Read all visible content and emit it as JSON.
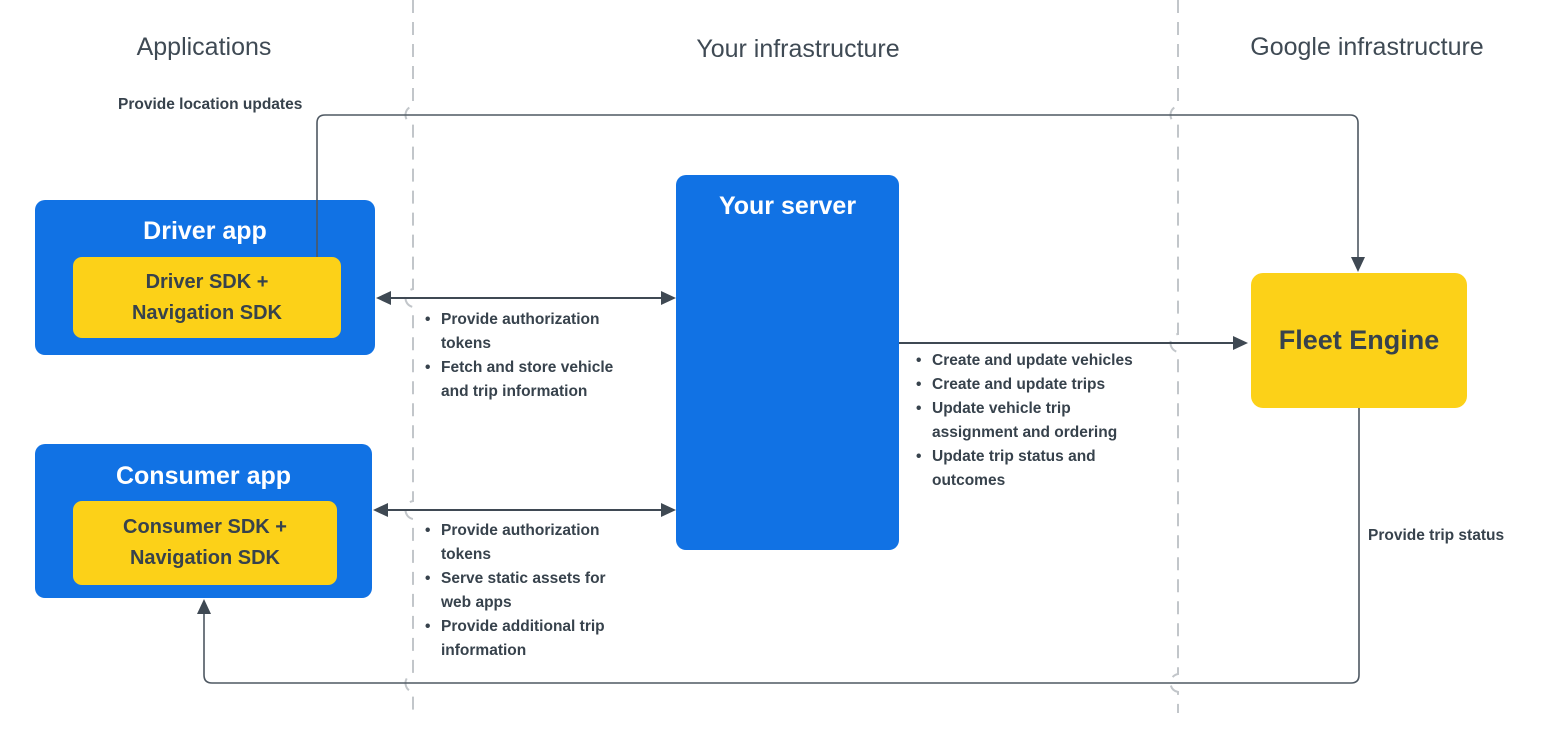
{
  "headers": {
    "applications": "Applications",
    "your_infrastructure": "Your infrastructure",
    "google_infrastructure": "Google infrastructure"
  },
  "boxes": {
    "driver_app": {
      "title": "Driver app",
      "sdk": "Driver SDK + Navigation SDK"
    },
    "consumer_app": {
      "title": "Consumer app",
      "sdk": "Consumer SDK + Navigation SDK"
    },
    "your_server": {
      "title": "Your server"
    },
    "fleet_engine": {
      "title": "Fleet Engine"
    }
  },
  "edge_labels": {
    "location_updates": "Provide location updates",
    "trip_status": "Provide trip status"
  },
  "bullet_lists": {
    "driver_server": {
      "items": [
        "Provide authorization tokens",
        "Fetch and store vehicle and trip information"
      ]
    },
    "server_fleet": {
      "items": [
        "Create and update vehicles",
        "Create and update trips",
        "Update vehicle trip assignment and ordering",
        "Update trip status and outcomes"
      ]
    },
    "consumer_server": {
      "items": [
        "Provide authorization tokens",
        "Serve static assets for web apps",
        "Provide additional trip information"
      ]
    }
  },
  "colors": {
    "blue": "#1172e4",
    "yellow": "#fcd118",
    "text_dark": "#37424c",
    "header_text": "#3f4a54",
    "line": "#4e5862",
    "arrow": "#3f4953",
    "dashed": "#c2c6ca"
  }
}
